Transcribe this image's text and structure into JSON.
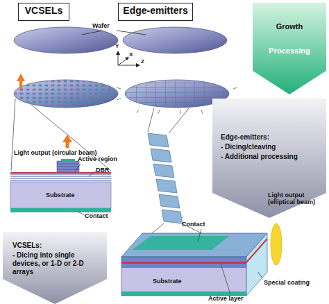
{
  "diagram": {
    "nodes": [
      {
        "text": [
          "VCSELs"
        ]
      },
      {
        "text": [
          "Edge-emitters"
        ]
      },
      {
        "text": [
          "Growth",
          "Processing"
        ]
      },
      {
        "text": [
          "Edge-emitters:",
          "- Dicing/cleaving",
          "- Additional processing"
        ]
      },
      {
        "text": [
          "VCSELs:",
          "- Dicing into single devices, or 1-D or 2-D arrays"
        ]
      }
    ],
    "labels": [
      "Wafer",
      "Y",
      "X",
      "Z",
      "Light output (circular beam)",
      "Active region",
      "DBR",
      "Substrate",
      "Contact",
      "Contact",
      "Light output (elliptical beam)",
      "Substrate",
      "Special coating",
      "Active layer"
    ]
  }
}
